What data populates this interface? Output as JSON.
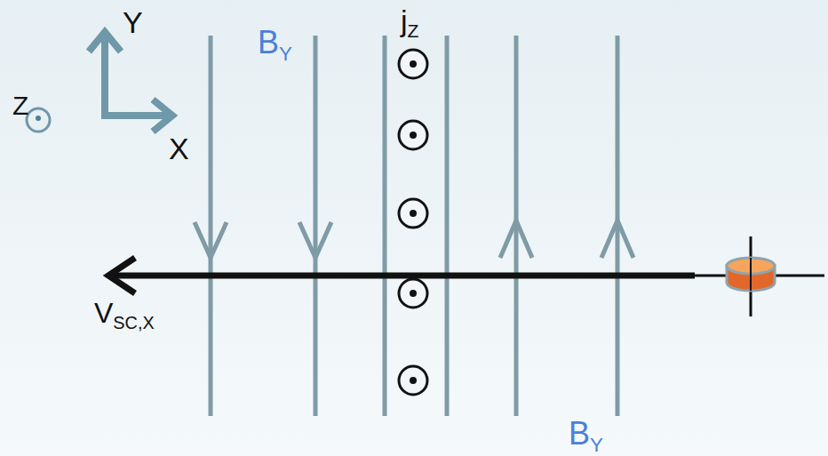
{
  "diagram": {
    "labels": [
      "Y",
      "Z",
      "X",
      "B",
      "Y",
      "j",
      "Z",
      "V",
      "SC,X",
      "B",
      "Y"
    ]
  }
}
